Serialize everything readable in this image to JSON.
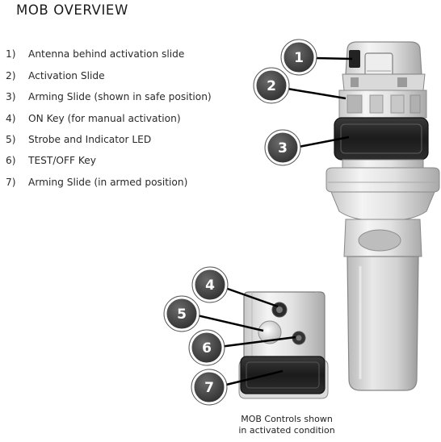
{
  "header": {
    "title": "MOB  OVERVIEW"
  },
  "legend": {
    "items": [
      {
        "num": "1)",
        "text": "Antenna behind activation slide"
      },
      {
        "num": "2)",
        "text": "Activation Slide"
      },
      {
        "num": "3)",
        "text": "Arming Slide (shown in safe position)"
      },
      {
        "num": "4)",
        "text": "ON Key (for manual activation)"
      },
      {
        "num": "5)",
        "text": "Strobe and Indicator LED"
      },
      {
        "num": "6)",
        "text": "TEST/OFF Key"
      },
      {
        "num": "7)",
        "text": "Arming Slide (in armed position)"
      }
    ]
  },
  "callouts": [
    "1",
    "2",
    "3",
    "4",
    "5",
    "6",
    "7"
  ],
  "caption": {
    "line1": "MOB Controls shown",
    "line2": "in activated condition"
  }
}
